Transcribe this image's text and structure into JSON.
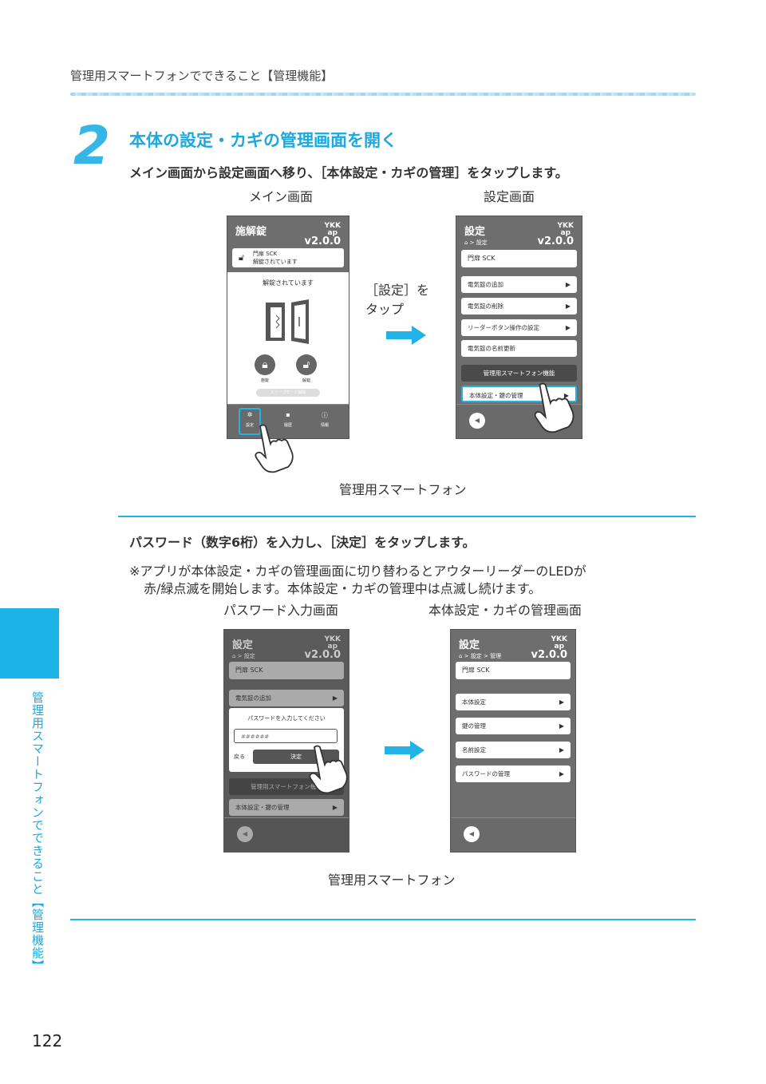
{
  "header": {
    "title": "管理用スマートフォンでできること【管理機能】"
  },
  "step": {
    "number": "2",
    "heading": "本体の設定・カギの管理画面を開く",
    "lead": "メイン画面から設定画面へ移り、［本体設定・カギの管理］をタップします。"
  },
  "section1": {
    "caption_left": "メイン画面",
    "caption_right": "設定画面",
    "instruction_line1": "［設定］を",
    "instruction_line2": "タップ",
    "bottom_caption": "管理用スマートフォン",
    "main_screen": {
      "title": "施解錠",
      "logo_line1": "YKK",
      "logo_line2": "ap",
      "version": "v2.0.0",
      "door_name": "門扉 SCK",
      "door_status": "解錠されています",
      "status_text": "解錠されています",
      "lock_label": "施錠",
      "unlock_label": "解錠",
      "sleep_label": "スリープモード解除",
      "nav": [
        {
          "label": "設定",
          "icon": "gear-icon"
        },
        {
          "label": "履歴",
          "icon": "history-icon"
        },
        {
          "label": "情報",
          "icon": "info-icon"
        }
      ]
    },
    "settings_screen": {
      "title": "設定",
      "logo_line1": "YKK",
      "logo_line2": "ap",
      "breadcrumb": "⌂ > 設定",
      "version": "v2.0.0",
      "door_name": "門扉 SCK",
      "items": [
        "電気錠の追加",
        "電気錠の削除",
        "リーダーボタン操作の設定",
        "電気錠の名前更新"
      ],
      "manager_label": "管理用スマートフォン機能",
      "highlight_item": "本体設定・鍵の管理"
    }
  },
  "section2": {
    "instruction": "パスワード（数字6桁）を入力し、［決定］をタップします。",
    "note_line1": "※アプリが本体設定・カギの管理画面に切り替わるとアウターリーダーのLEDが",
    "note_line2": "赤/緑点滅を開始します。本体設定・カギの管理中は点滅し続けます。",
    "caption_left": "パスワード入力画面",
    "caption_right": "本体設定・カギの管理画面",
    "bottom_caption": "管理用スマートフォン",
    "password_screen": {
      "title": "設定",
      "logo_line1": "YKK",
      "logo_line2": "ap",
      "breadcrumb": "⌂ > 設定",
      "version": "v2.0.0",
      "door_name": "門扉 SCK",
      "first_item": "電気錠の追加",
      "dialog_prompt": "パスワードを入力してください",
      "password_value": "######",
      "back_label": "戻る",
      "confirm_label": "決定",
      "manager_label": "管理用スマートフォン機能",
      "bottom_item": "本体設定・鍵の管理"
    },
    "manage_screen": {
      "title": "設定",
      "logo_line1": "YKK",
      "logo_line2": "ap",
      "breadcrumb": "⌂ > 設定 > 管理",
      "version": "v2.0.0",
      "door_name": "門扉 SCK",
      "items": [
        "本体設定",
        "鍵の管理",
        "名前設定",
        "パスワードの管理"
      ]
    }
  },
  "sidebar": {
    "label": "管理用スマートフォンでできること【管理機能】"
  },
  "page_number": "122",
  "colors": {
    "accent": "#1aa9e0",
    "phone_bg": "#6e6e6e",
    "highlight": "#22b3e6"
  }
}
